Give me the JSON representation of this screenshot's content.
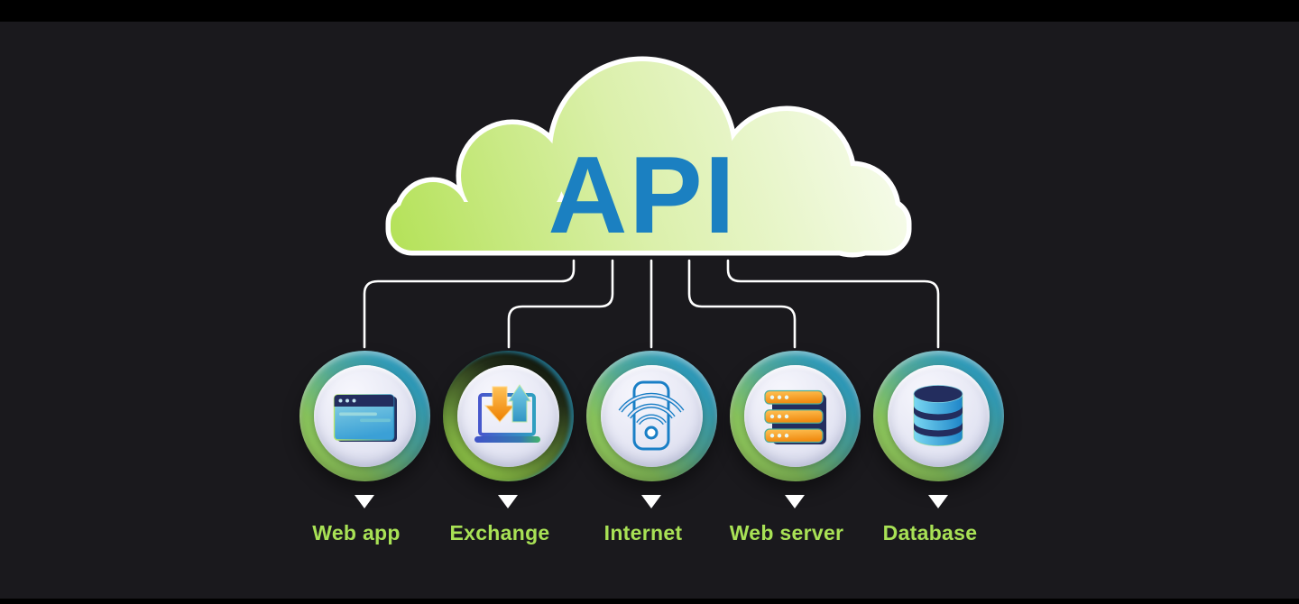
{
  "scene": {
    "background_color": "#1a191d",
    "letterbox_color": "#000000",
    "connector_color": "#ffffff"
  },
  "cloud": {
    "label": "API",
    "label_color": "#1b80c1",
    "outline_color": "#ffffff",
    "gradient": [
      "#b5e25a",
      "#dbf0ab",
      "#fafdf4"
    ]
  },
  "nodes": [
    {
      "label": "Web app",
      "icon": "browser-window-icon"
    },
    {
      "label": "Exchange",
      "icon": "upload-download-arrows-icon"
    },
    {
      "label": "Internet",
      "icon": "wireless-device-icon"
    },
    {
      "label": "Web server",
      "icon": "server-stack-icon"
    },
    {
      "label": "Database",
      "icon": "database-cylinder-icon"
    }
  ],
  "node_label_color": "#a8e155",
  "node_ring_colors": {
    "teal": "#2f9ab8",
    "green": "#abe264"
  }
}
